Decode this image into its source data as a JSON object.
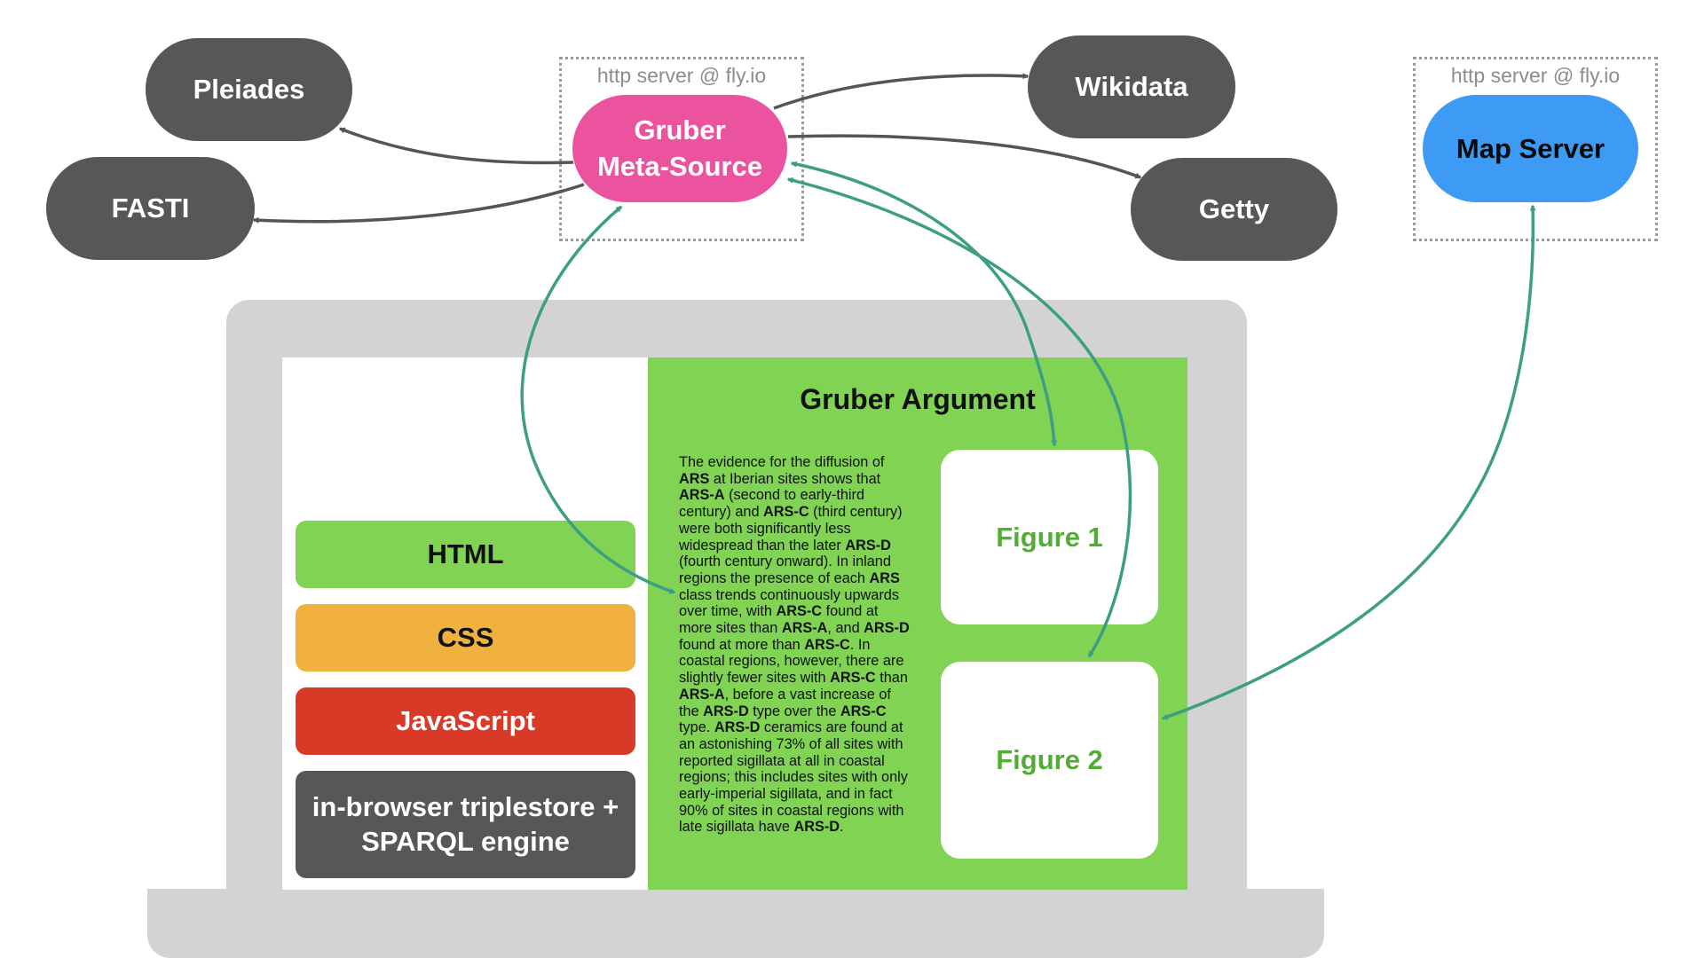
{
  "external_sources": {
    "pleiades": "Pleiades",
    "fasti": "FASTI",
    "wikidata": "Wikidata",
    "getty": "Getty"
  },
  "meta_source_server": {
    "label": "http server @ fly.io",
    "node_line1": "Gruber",
    "node_line2": "Meta-Source"
  },
  "map_server": {
    "label": "http server @ fly.io",
    "node": "Map Server"
  },
  "tech_stack": {
    "html": "HTML",
    "css": "CSS",
    "javascript": "JavaScript",
    "triplestore_line1": "in-browser triplestore +",
    "triplestore_line2": "SPARQL engine"
  },
  "argument": {
    "title": "Gruber Argument",
    "figure1": "Figure 1",
    "figure2": "Figure 2",
    "text": [
      {
        "t": "The evidence for the diffusion of ",
        "b": false
      },
      {
        "t": "ARS",
        "b": true
      },
      {
        "t": " at Iberian sites shows that ",
        "b": false
      },
      {
        "t": "ARS-A",
        "b": true
      },
      {
        "t": " (second to early-third century) and ",
        "b": false
      },
      {
        "t": "ARS-C",
        "b": true
      },
      {
        "t": " (third century) were both significantly less widespread than the later ",
        "b": false
      },
      {
        "t": "ARS-D",
        "b": true
      },
      {
        "t": " (fourth century onward). In inland regions the presence of each ",
        "b": false
      },
      {
        "t": "ARS",
        "b": true
      },
      {
        "t": " class trends continuously upwards over time, with ",
        "b": false
      },
      {
        "t": "ARS-C",
        "b": true
      },
      {
        "t": " found at more sites than ",
        "b": false
      },
      {
        "t": "ARS-A",
        "b": true
      },
      {
        "t": ", and ",
        "b": false
      },
      {
        "t": "ARS-D",
        "b": true
      },
      {
        "t": " found at more than ",
        "b": false
      },
      {
        "t": "ARS-C",
        "b": true
      },
      {
        "t": ". In coastal regions, however, there are slightly fewer sites with ",
        "b": false
      },
      {
        "t": "ARS-C",
        "b": true
      },
      {
        "t": " than ",
        "b": false
      },
      {
        "t": "ARS-A",
        "b": true
      },
      {
        "t": ", before a vast increase of the ",
        "b": false
      },
      {
        "t": "ARS-D",
        "b": true
      },
      {
        "t": " type over the ",
        "b": false
      },
      {
        "t": "ARS-C",
        "b": true
      },
      {
        "t": " type. ",
        "b": false
      },
      {
        "t": "ARS-D",
        "b": true
      },
      {
        "t": " ceramics are found at an astonishing 73% of all sites with reported sigillata at all in coastal regions; this includes sites with only early-imperial sigillata, and in fact 90% of sites in coastal regions with late sigillata have ",
        "b": false
      },
      {
        "t": "ARS-D",
        "b": true
      },
      {
        "t": ".",
        "b": false
      }
    ]
  },
  "colors": {
    "dark_node": "#575757",
    "meta_source": "#ec539f",
    "map_server": "#3d9bf5",
    "gray_arrow": "#555555",
    "teal_arrow": "#3c9e83",
    "argument_bg": "#80d353",
    "html": "#80d353",
    "css": "#f1b13f",
    "javascript": "#d93a27",
    "triplestore": "#575757",
    "figure_text": "#52ad35"
  }
}
